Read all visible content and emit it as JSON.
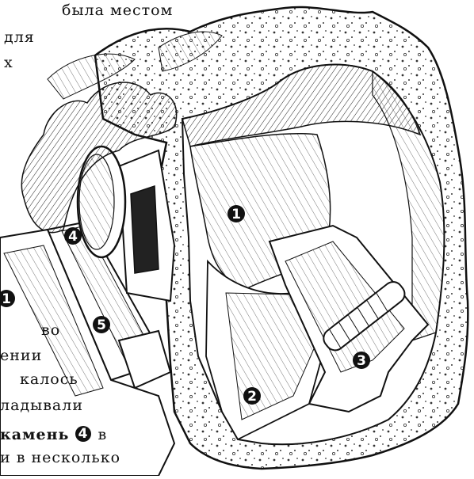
{
  "text_lines": {
    "l1": "была местом",
    "l2": "для",
    "l3": "х",
    "l4": "во",
    "l5": "ении",
    "l6": "калось",
    "l7": "ладывали",
    "l8_bold": "камень",
    "l8_after": "в",
    "l9": "и в несколько"
  },
  "markers": {
    "m1": "1",
    "m2": "2",
    "m3": "3",
    "m4": "4",
    "m5": "5",
    "text_marker_top": "1",
    "text_marker_inline": "4"
  }
}
